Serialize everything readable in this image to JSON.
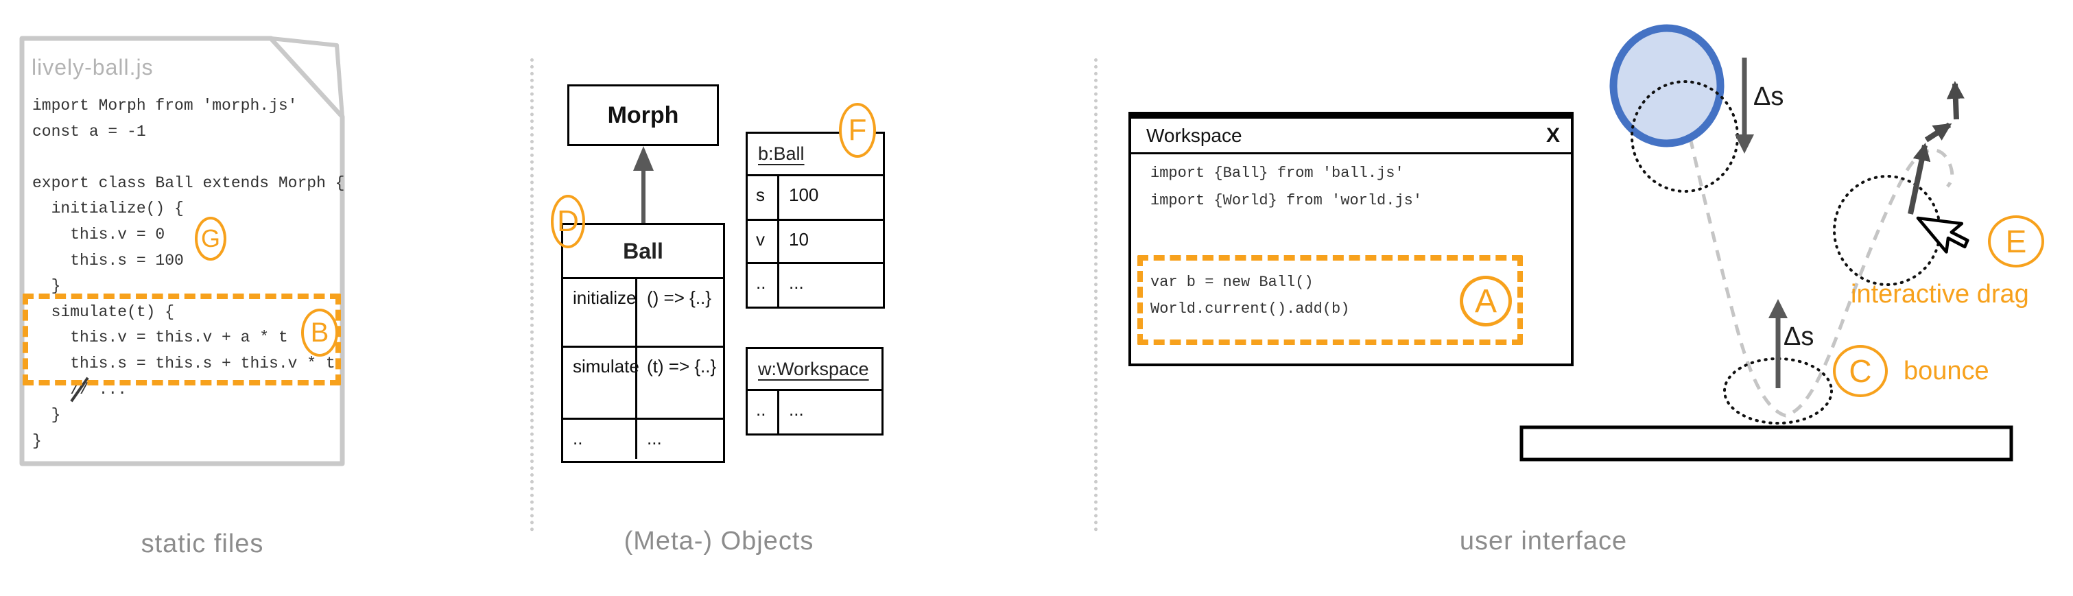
{
  "palette": {
    "orange": "#F7A11C",
    "ball_fill": "#CFDBF1",
    "ball_stroke": "#4472C4",
    "gray_label": "#8C8C8C",
    "card_border": "#C9C9C9",
    "arrow_gray": "#595959"
  },
  "captions": {
    "left": "static files",
    "middle": "(Meta-) Objects",
    "right": "user interface"
  },
  "file_card": {
    "name": "lively-ball.js",
    "code": [
      "import Morph from 'morph.js'",
      "const a = -1",
      "",
      "export class Ball extends Morph {",
      "  initialize() {",
      "    this.v = 0",
      "    this.s = 100",
      "  }",
      "  simulate(t) {",
      "    this.v = this.v + a * t",
      "    this.s = this.s + this.v * t",
      "    // ...",
      "  }",
      "}"
    ]
  },
  "meta": {
    "morph_class": {
      "title": "Morph"
    },
    "ball_class": {
      "title": "Ball",
      "rows": [
        {
          "key": "initialize",
          "value": "() => {..}"
        },
        {
          "key": "simulate",
          "value": "(t) => {..}"
        },
        {
          "key": "..",
          "value": "..."
        }
      ]
    },
    "b_ball": {
      "title": "b:Ball",
      "rows": [
        {
          "key": "s",
          "value": "100"
        },
        {
          "key": "v",
          "value": "10"
        },
        {
          "key": "..",
          "value": "..."
        }
      ]
    },
    "w_workspace": {
      "title": "w:Workspace",
      "rows": [
        {
          "key": "..",
          "value": "..."
        }
      ]
    }
  },
  "workspace": {
    "title": "Workspace",
    "close_label": "X",
    "code": [
      "import {Ball} from 'ball.js'",
      "import {World} from 'world.js'",
      "",
      "",
      "var b = new Ball()",
      "World.current().add(b)"
    ]
  },
  "labels": {
    "delta_s_fall": "Δs",
    "delta_s_bounce": "Δs",
    "bounce": "bounce",
    "interactive_drag": "interactive drag"
  },
  "annotations": {
    "a": "A",
    "b": "B",
    "c": "C",
    "d": "D",
    "e": "E",
    "f": "F",
    "g": "G"
  }
}
